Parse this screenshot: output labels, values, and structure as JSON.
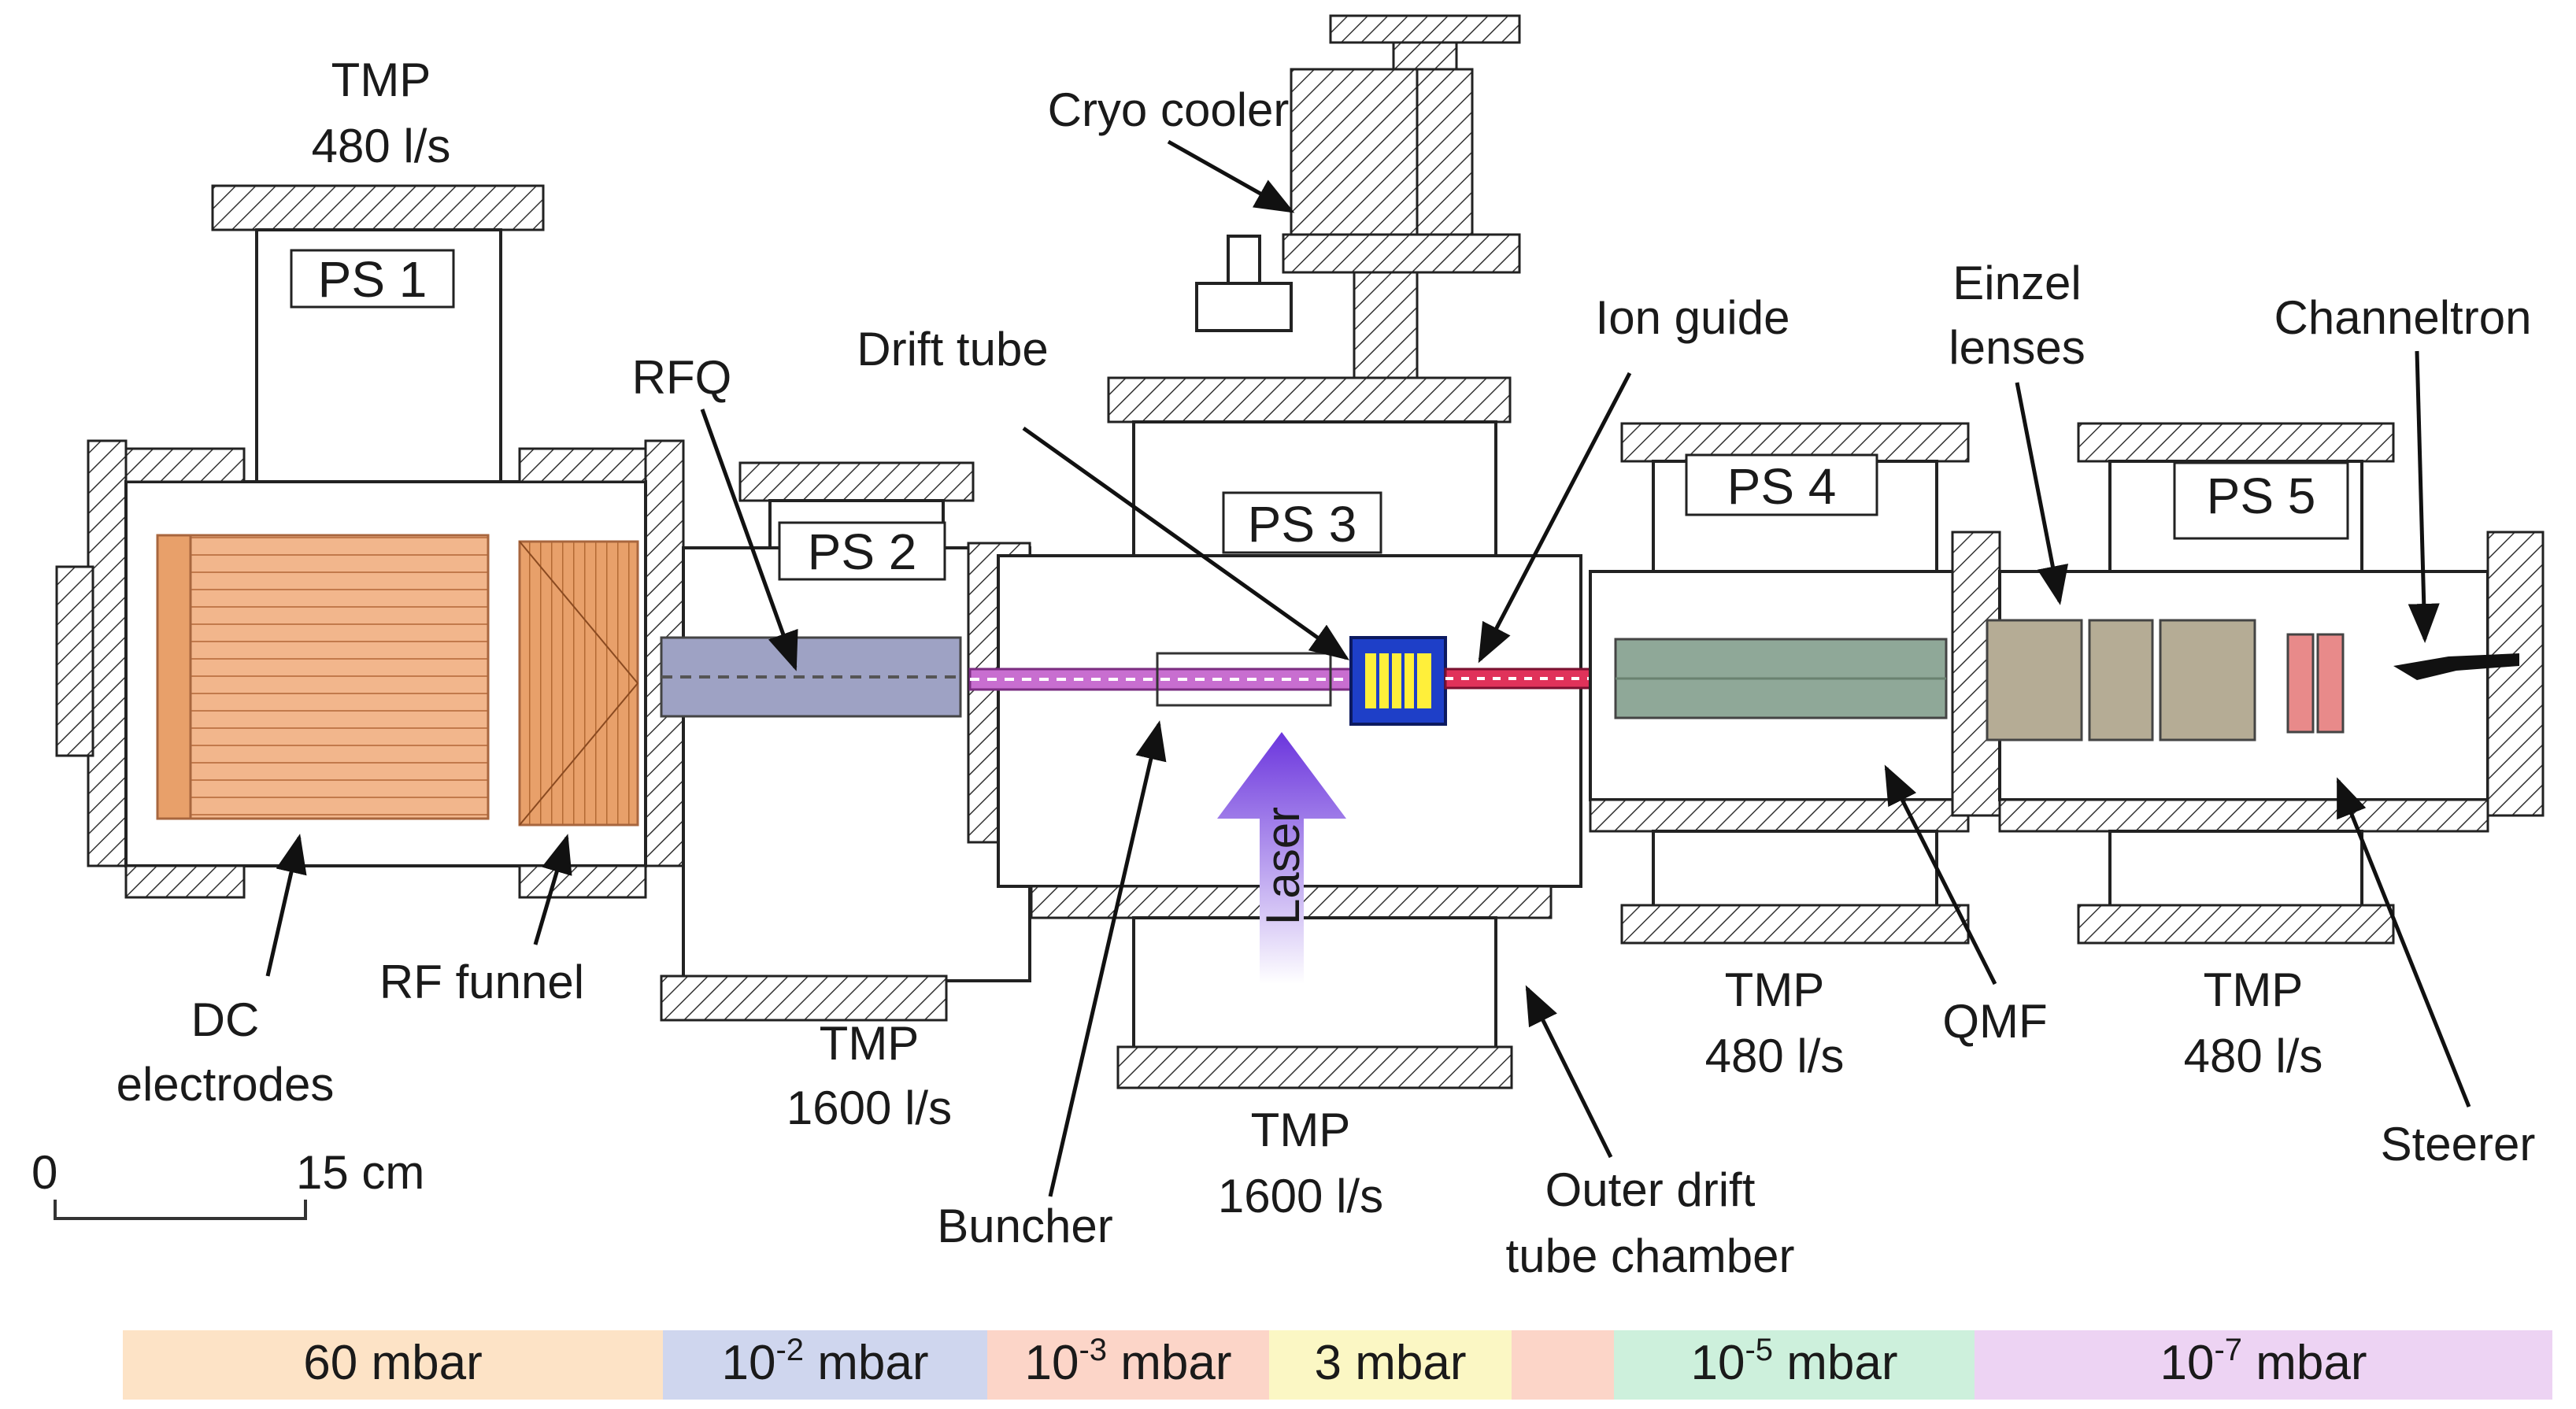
{
  "sections": {
    "ps1": {
      "name": "PS 1",
      "pump": [
        "TMP",
        "480 l/s"
      ]
    },
    "ps2": {
      "name": "PS 2",
      "pump": [
        "TMP",
        "1600 l/s"
      ]
    },
    "ps3": {
      "name": "PS 3",
      "pump": [
        "TMP",
        "1600 l/s"
      ]
    },
    "ps4": {
      "name": "PS 4",
      "pump": [
        "TMP",
        "480 l/s"
      ]
    },
    "ps5": {
      "name": "PS 5",
      "pump": [
        "TMP",
        "480 l/s"
      ]
    }
  },
  "labels": {
    "dc_electrodes": [
      "DC",
      "electrodes"
    ],
    "rf_funnel": "RF funnel",
    "rfq": "RFQ",
    "drift_tube": "Drift tube",
    "cryo_cooler": "Cryo cooler",
    "ion_guide": "Ion guide",
    "einzel_lenses": [
      "Einzel",
      "lenses"
    ],
    "channeltron": "Channeltron",
    "buncher": "Buncher",
    "outer_drift_tube_chamber": [
      "Outer drift",
      "tube chamber"
    ],
    "qmf": "QMF",
    "steerer": "Steerer",
    "laser": "Laser"
  },
  "scale_bar": {
    "start": "0",
    "end": "15 cm"
  },
  "pressure_bar": [
    {
      "label": "60 mbar",
      "color": "#fde3c6"
    },
    {
      "base": "10",
      "exp": "-2",
      "unit": " mbar",
      "color": "#cfd6ee"
    },
    {
      "base": "10",
      "exp": "-3",
      "unit": " mbar",
      "color": "#fcd5c8"
    },
    {
      "label": "3 mbar",
      "color": "#fbf7c4"
    },
    {
      "label": "",
      "color": "#fcd5c8"
    },
    {
      "base": "10",
      "exp": "-5",
      "unit": " mbar",
      "color": "#cdf0dc"
    },
    {
      "base": "10",
      "exp": "-7",
      "unit": " mbar",
      "color": "#edd3f3"
    }
  ],
  "colors": {
    "dc_electrodes": "#f2b68c",
    "rf_funnel": "#e8a06a",
    "rfq": "#9ea2c4",
    "drift_tube": "#c86ed0",
    "buncher_core": "#ffef3a",
    "buncher_frame": "#1e3fc8",
    "ion_guide": "#e0325a",
    "qmf": "#8fa898",
    "einzel": "#b5ac95",
    "steerer": "#e88a8a",
    "laser": "#7a3fe0"
  }
}
